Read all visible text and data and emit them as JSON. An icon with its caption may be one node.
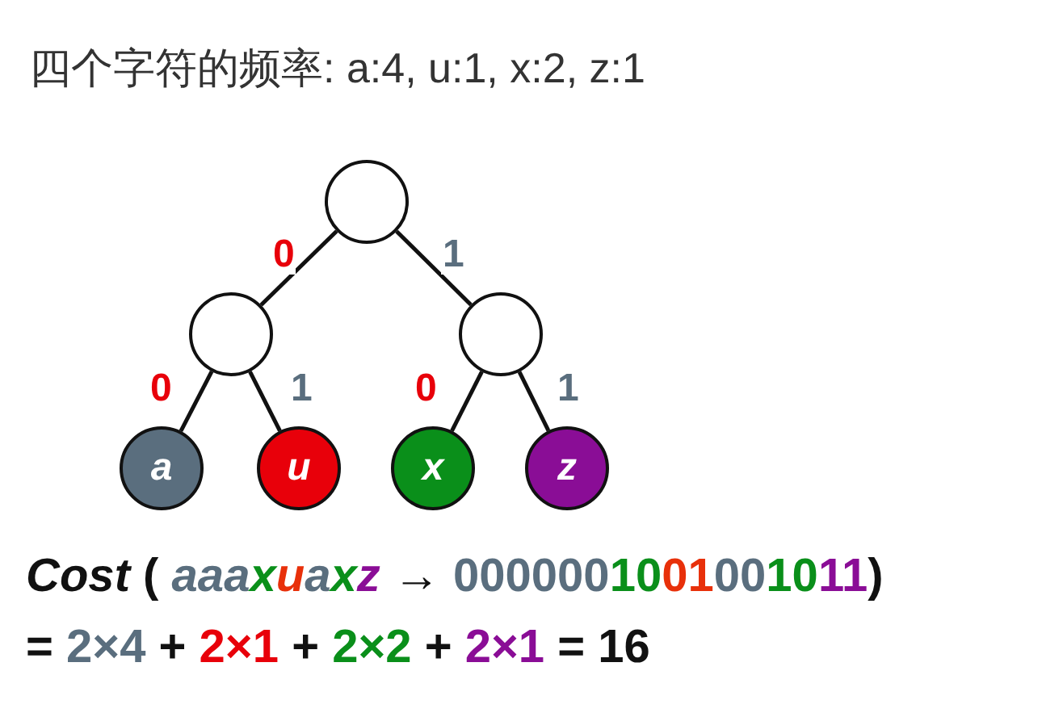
{
  "diagram": {
    "title": "四个字符的频率: a:4, u:1, x:2, z:1",
    "nodes": [
      {
        "text": [],
        "shape": "circle"
      },
      {
        "text": [],
        "shape": "circle"
      },
      {
        "text": [],
        "shape": "circle"
      },
      {
        "text": [
          "a"
        ]
      },
      {
        "text": [
          "u"
        ]
      },
      {
        "text": [
          "x"
        ]
      },
      {
        "text": [
          "z"
        ]
      }
    ],
    "edges": [
      {
        "from": 0,
        "to": 1,
        "arrow": "none",
        "label": "0"
      },
      {
        "from": 0,
        "to": 2,
        "arrow": "none",
        "label": "1"
      },
      {
        "from": 1,
        "to": 3,
        "arrow": "none",
        "label": "0"
      },
      {
        "from": 1,
        "to": 4,
        "arrow": "none",
        "label": "1"
      },
      {
        "from": 2,
        "to": 5,
        "arrow": "none",
        "label": "0"
      },
      {
        "from": 2,
        "to": 6,
        "arrow": "none",
        "label": "1"
      }
    ],
    "labels": [
      "Cost ( aaaxuaxz → 0000001001001011)",
      "= 2×4 + 2×1 + 2×2 + 2×1 = 16"
    ]
  }
}
